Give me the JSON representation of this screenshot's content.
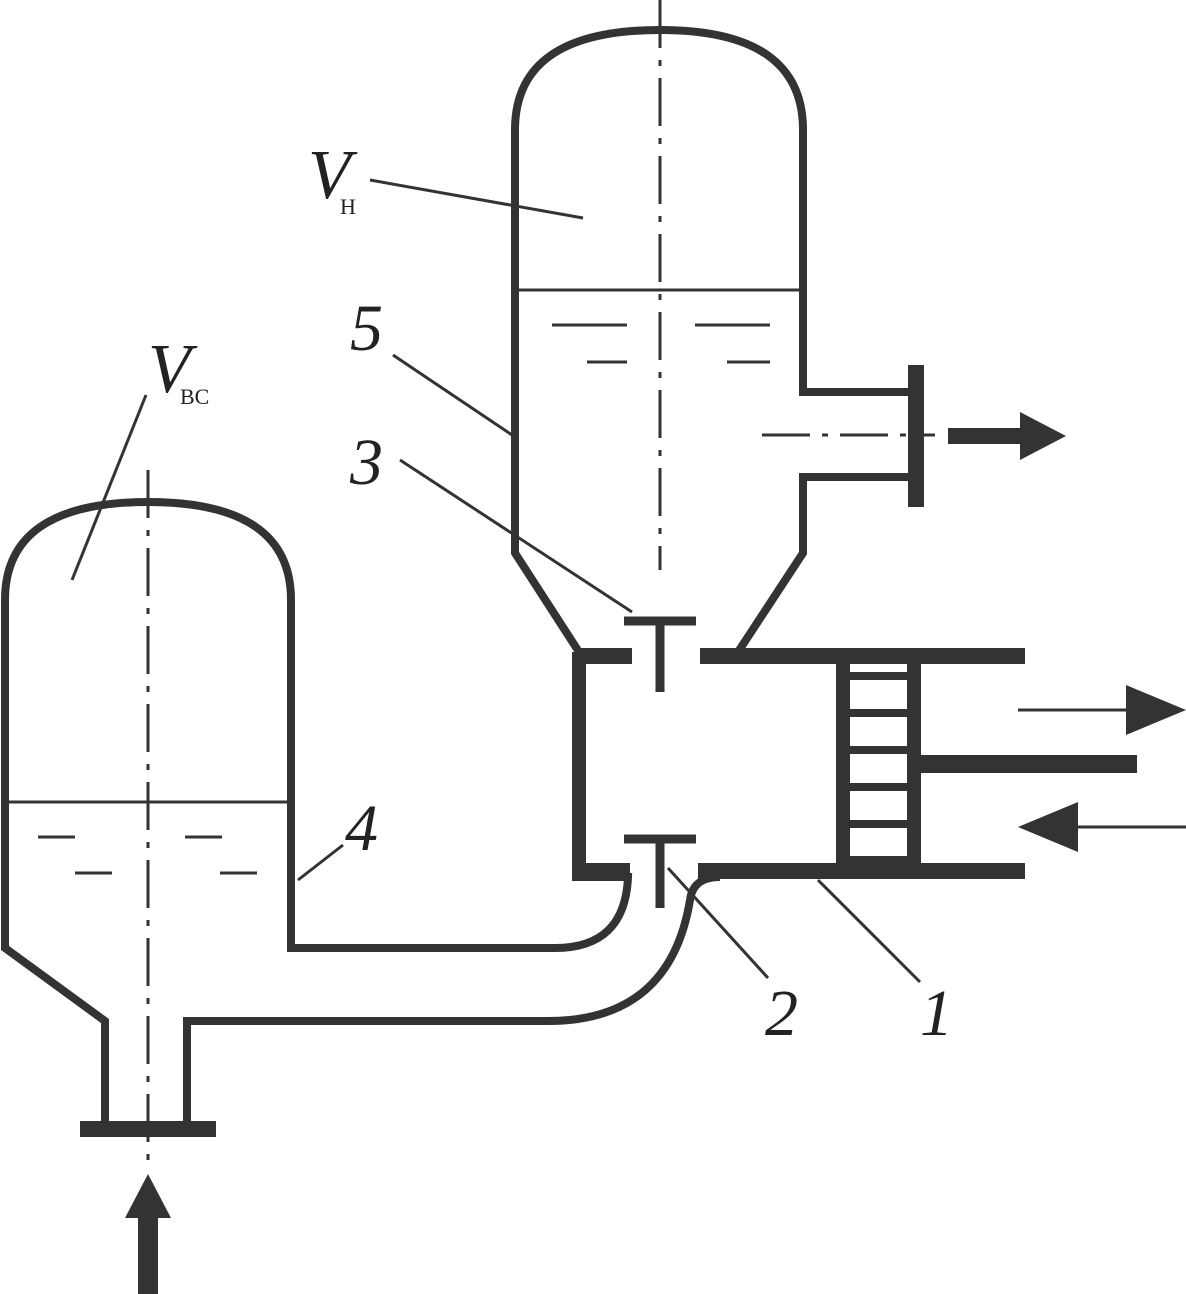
{
  "labels": {
    "v_discharge_main": "V",
    "v_discharge_sub": "Н",
    "v_suction_main": "V",
    "v_suction_sub": "ВС",
    "part_1": "1",
    "part_2": "2",
    "part_3": "3",
    "part_4": "4",
    "part_5": "5"
  },
  "colors": {
    "line": "#333333",
    "background": "#ffffff"
  },
  "icons": {
    "inlet_arrow": "arrow-up-icon",
    "outlet_arrow": "arrow-right-icon",
    "piston_out_arrow": "arrow-right-icon",
    "piston_in_arrow": "arrow-left-icon"
  }
}
